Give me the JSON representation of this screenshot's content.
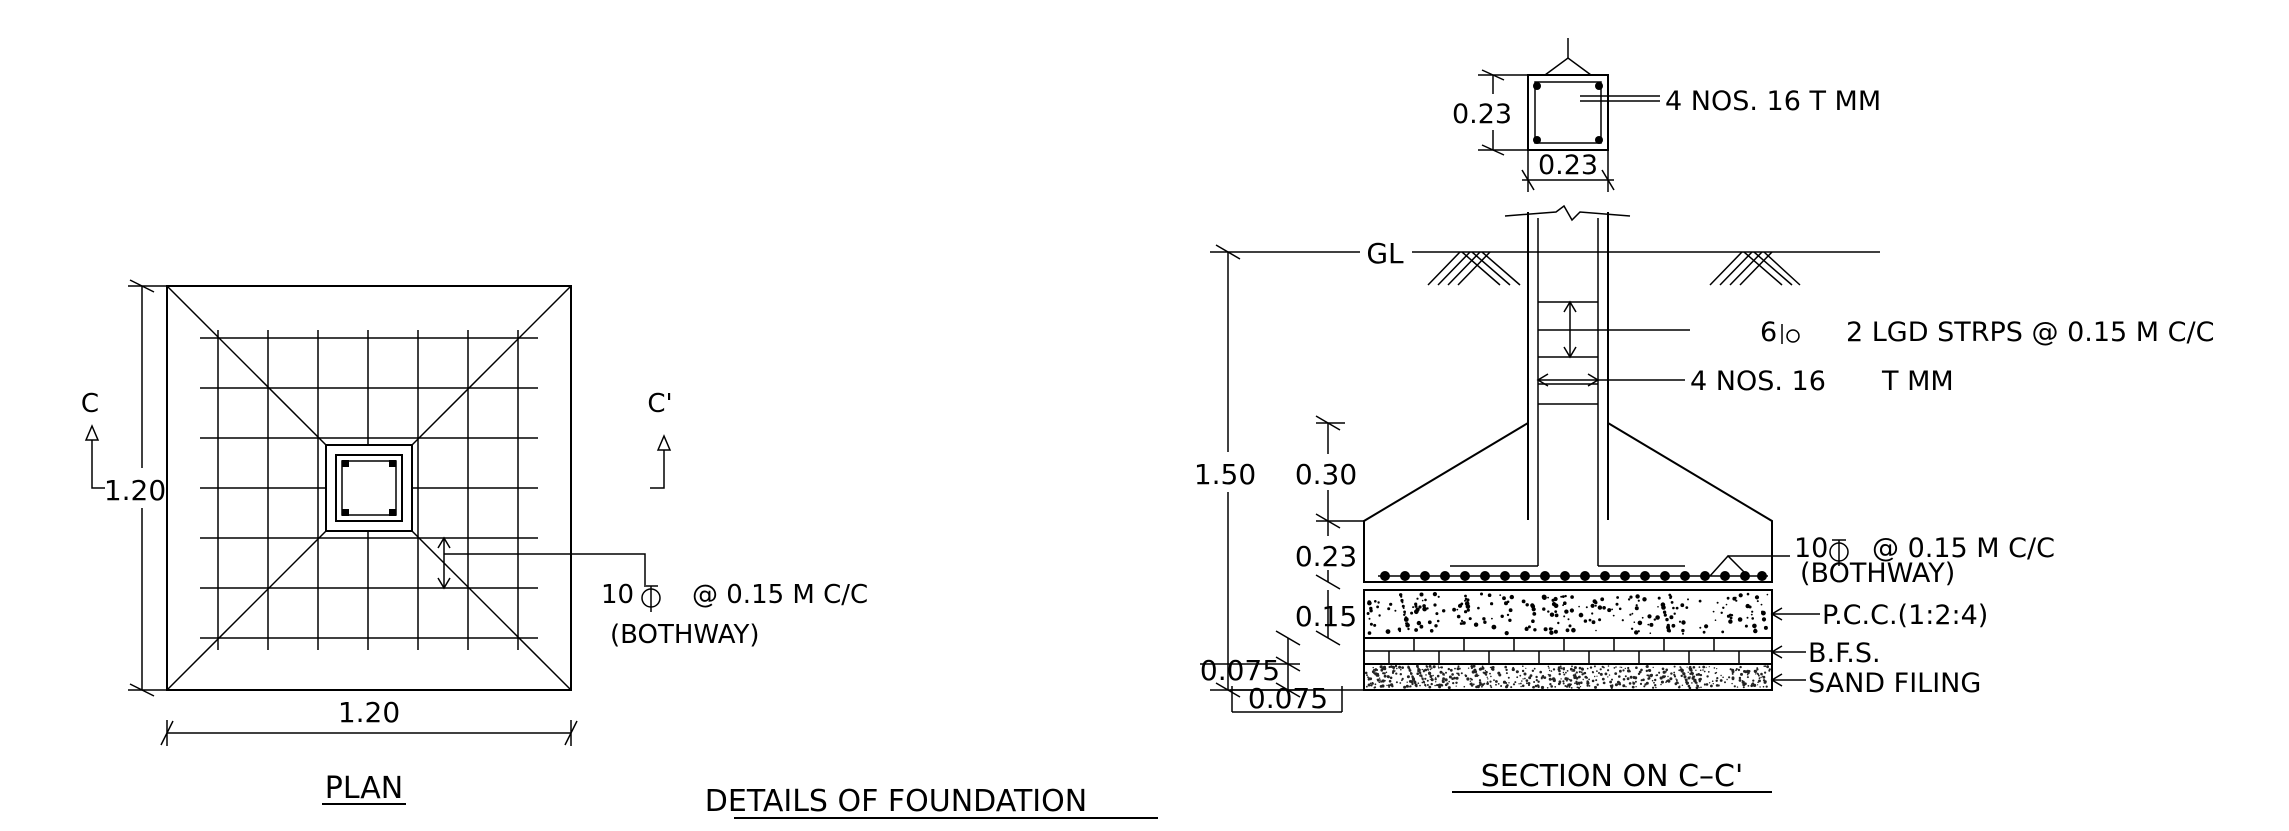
{
  "plan": {
    "section_mark_left": "C",
    "section_mark_right": "C'",
    "dim_vertical": "1.20",
    "dim_horizontal": "1.20",
    "rebar_label_1": "10",
    "rebar_label_2": "@ 0.15  M  C/C",
    "rebar_label_3": "(BOTHWAY)",
    "caption": "PLAN"
  },
  "main_title": "DETAILS  OF  FOUNDATION",
  "section": {
    "column_dim_v": "0.23",
    "column_dim_h": "0.23",
    "column_bars": "4  NOS.  16    T    MM",
    "gl_label": "GL",
    "stirrups_a": "6",
    "stirrups_b": "2  LGD  STRPS  @  0.15  M  C/C",
    "column_bars_2a": "4  NOS.  16",
    "column_bars_2b": "T    MM",
    "dim_total": "1.50",
    "dim_slope": "0.30",
    "dim_base": "0.23",
    "dim_pcc": "0.15",
    "dim_bfs": "0.075",
    "dim_sand": "0.075",
    "footing_bars_a": "10",
    "footing_bars_b": "@  0.15  M  C/C",
    "footing_bars_c": "(BOTHWAY)",
    "pcc_label": "P.C.C.(1:2:4)",
    "bfs_label": "B.F.S.",
    "sand_label": "SAND  FILING",
    "caption": "SECTION  ON  C–C'"
  }
}
